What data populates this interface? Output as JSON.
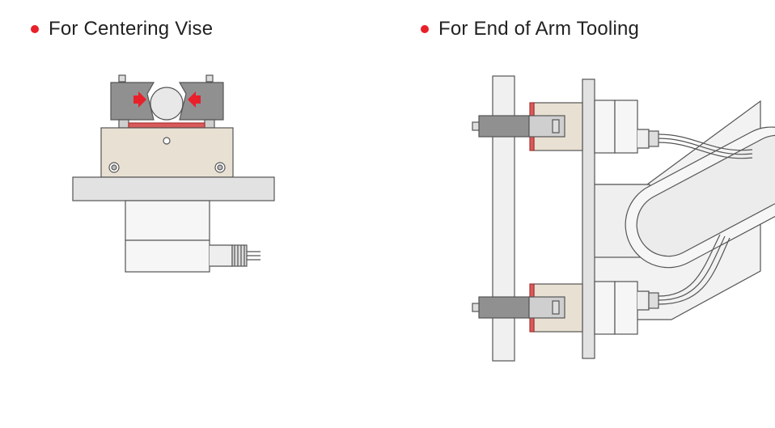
{
  "headings": {
    "left": "For Centering Vise",
    "right": "For End of Arm Tooling"
  },
  "colors": {
    "bullet": "#e8202a",
    "gripper_body": "#e8e0d2",
    "jaw": "#909090",
    "arrow": "#e8202a",
    "seal": "#d85a5a",
    "plate": "#e2e2e2",
    "outline": "#555555"
  },
  "icons": {
    "bullet": "red-dot-bullet",
    "arrow": "red-arrow-icon"
  }
}
